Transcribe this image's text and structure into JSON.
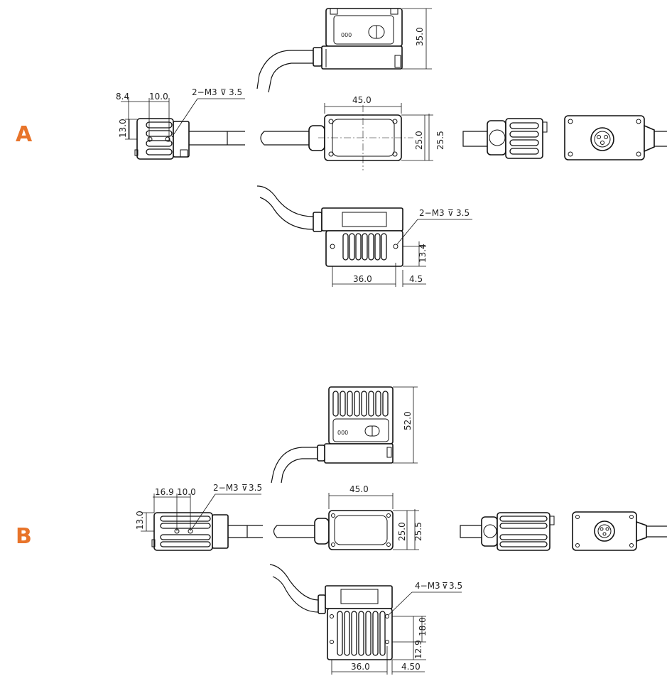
{
  "sections": [
    {
      "label": "A",
      "dims": {
        "top_height": "35.0",
        "side_w1": "8.4",
        "side_w2": "10.0",
        "side_h": "13.0",
        "side_thread": "2−M3",
        "side_depth": "3.5",
        "front_width": "45.0",
        "front_h1": "25.0",
        "front_h2": "25.5",
        "bottom_thread": "2−M3",
        "bottom_depth": "3.5",
        "bottom_h": "13.4",
        "bottom_w": "36.0",
        "bottom_off": "4.5"
      }
    },
    {
      "label": "B",
      "dims": {
        "top_height": "52.0",
        "side_w1": "16.9",
        "side_w2": "10.0",
        "side_h": "13.0",
        "side_thread": "2−M3",
        "side_depth": "3.5",
        "front_width": "45.0",
        "front_h1": "25.0",
        "front_h2": "25.5",
        "bottom_thread": "4−M3",
        "bottom_depth": "3.5",
        "bottom_h1": "18.0",
        "bottom_h2": "12.9",
        "bottom_w": "36.0",
        "bottom_off": "4.50"
      }
    }
  ],
  "colors": {
    "label": "#e8742a",
    "line": "#111111"
  }
}
